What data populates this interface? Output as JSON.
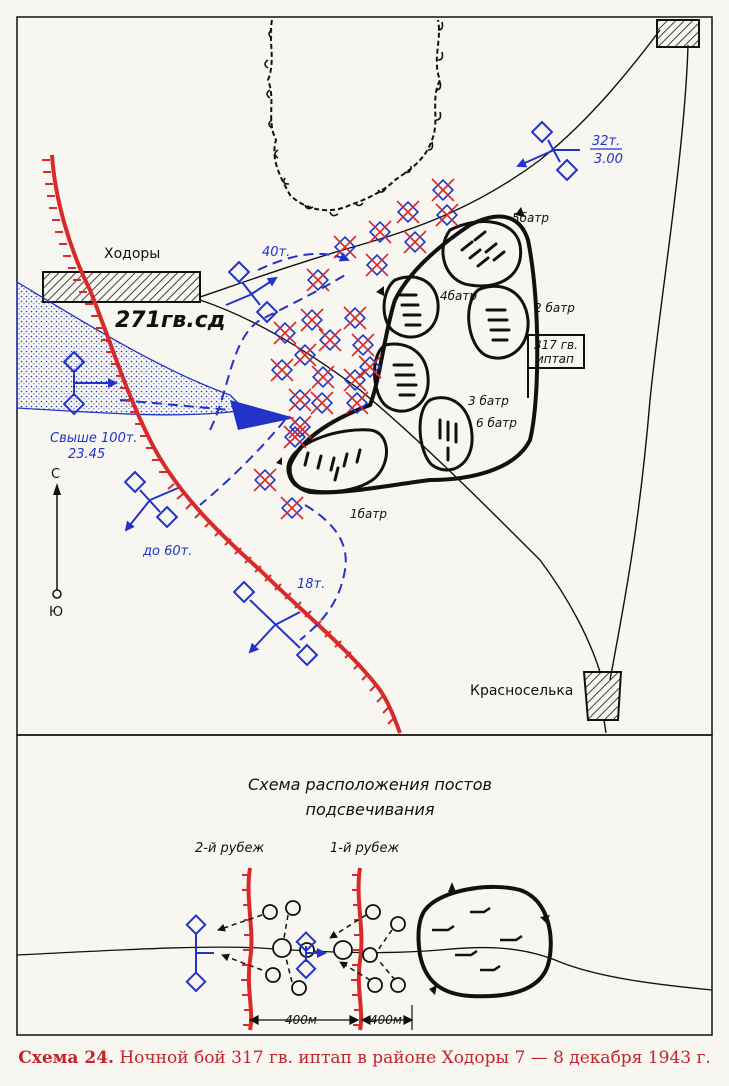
{
  "map": {
    "places": {
      "khodory": "Ходоры",
      "krasnoselka": "Красноселька"
    },
    "division": "271гв.сд",
    "regiment": {
      "line1": "317 гв.",
      "line2": "иптап"
    },
    "batteries": [
      "5батр",
      "4батр",
      "2 батр",
      "3 батр",
      "6 батр",
      "1батр"
    ],
    "enemy_groups": [
      {
        "count": "32т.",
        "time": "3.00"
      },
      {
        "count": "40т.",
        "time": ""
      },
      {
        "count": "Свыше 100т.",
        "time": "23.45"
      },
      {
        "count": "до 60т.",
        "time": ""
      },
      {
        "count": "18т.",
        "time": ""
      }
    ],
    "compass": {
      "north": "С",
      "south": "Ю"
    }
  },
  "inset": {
    "title_line1": "Схема расположения постов",
    "title_line2": "подсвечивания",
    "line2_label": "2-й рубеж",
    "line1_label": "1-й рубеж",
    "distance_1": "400м",
    "distance_2": "400м"
  },
  "caption": {
    "number": "Схема 24.",
    "text": " Ночной бой 317 гв. иптап в районе Ходоры 7 — 8 декабря 1943 г."
  },
  "colors": {
    "enemy": "#2233c8",
    "friendly": "#d82a2a",
    "ink": "#111111",
    "caption": "#c4232b"
  }
}
